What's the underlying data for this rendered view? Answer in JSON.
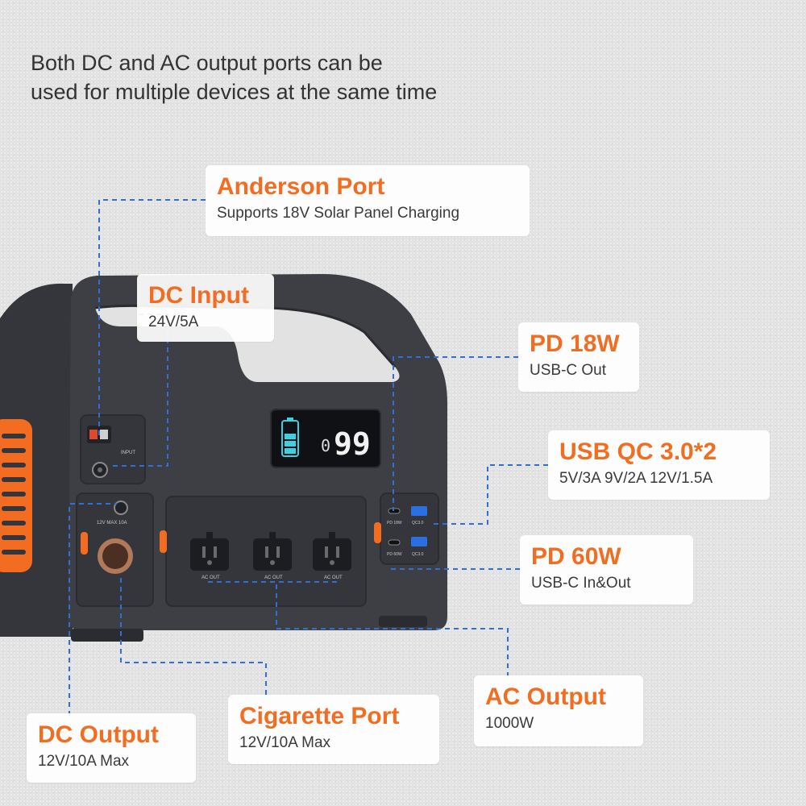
{
  "headline": {
    "line1": "Both DC and AC output ports can be",
    "line2": "used for multiple devices at the same time"
  },
  "callouts": {
    "anderson": {
      "title": "Anderson Port",
      "subtitle": "Supports 18V Solar Panel Charging"
    },
    "dc_input": {
      "title": "DC Input",
      "subtitle": "24V/5A"
    },
    "pd18": {
      "title": "PD 18W",
      "subtitle": "USB-C Out"
    },
    "usb_qc": {
      "title": "USB QC 3.0*2",
      "subtitle": "5V/3A 9V/2A 12V/1.5A"
    },
    "pd60": {
      "title": "PD 60W",
      "subtitle": "USB-C In&Out"
    },
    "ac_output": {
      "title": "AC Output",
      "subtitle": "1000W"
    },
    "cigarette": {
      "title": "Cigarette Port",
      "subtitle": "12V/10A Max"
    },
    "dc_output": {
      "title": "DC Output",
      "subtitle": "12V/10A Max"
    }
  },
  "device": {
    "display_value": "99",
    "display_prefix": "0",
    "input_label": "INPUT",
    "dc_port_label": "12V MAX 10A",
    "ac_labels": [
      "AC OUT",
      "AC OUT",
      "AC OUT"
    ],
    "usb_labels": {
      "pd18": "PD 18W",
      "pd60": "PD 60W",
      "qc_a": "QC3.0",
      "qc_b": "QC3.0"
    }
  },
  "colors": {
    "accent_orange": "#f26d21",
    "device_body": "#3b3d42",
    "leader_blue": "#2f6fd6",
    "battery_cyan": "#3fd0e0",
    "background": "#e2e2e2"
  }
}
